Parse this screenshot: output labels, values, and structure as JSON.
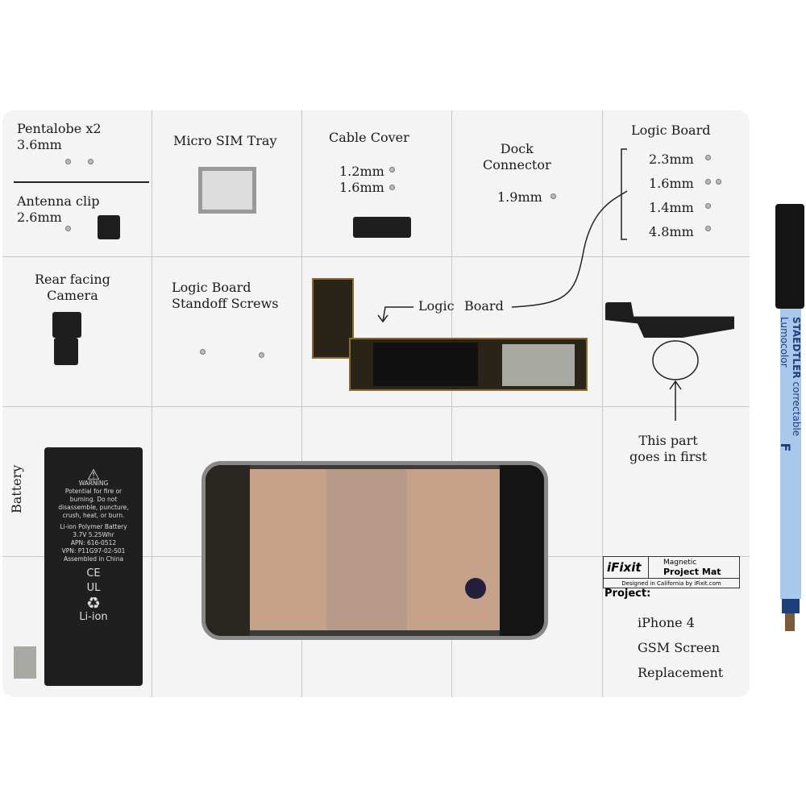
{
  "mat": {
    "cells": {
      "pentalobe": [
        "Pentalobe x2",
        "3.6mm"
      ],
      "antenna": [
        "Antenna clip",
        "2.6mm"
      ],
      "sim": "Micro SIM Tray",
      "cable_cover": {
        "title": "Cable Cover",
        "sizes": [
          "1.2mm",
          "1.6mm"
        ]
      },
      "dock": {
        "title": [
          "Dock",
          "Connector"
        ],
        "size": "1.9mm"
      },
      "logic_screws": {
        "title": "Logic Board",
        "sizes": [
          "2.3mm",
          "1.6mm",
          "1.4mm",
          "4.8mm"
        ]
      },
      "camera": [
        "Rear facing",
        "Camera"
      ],
      "standoff": [
        "Logic Board",
        "Standoff Screws"
      ],
      "logic_board": [
        "Logic",
        "Board"
      ],
      "first": [
        "This part",
        "goes in first"
      ],
      "battery": "Battery"
    },
    "battery_label": {
      "warning": "WARNING",
      "lines": [
        "Potential for fire or",
        "burning. Do not",
        "disassemble, puncture,",
        "crush, heat, or burn.",
        "Li-ion Polymer Battery",
        "3.7V 5.25Whr",
        "APN: 616-0512",
        "VPN: P11G97-02-S01",
        "Assembled in China"
      ],
      "ce": "CE",
      "ul": "UL",
      "liion": "Li-ion"
    },
    "brand_label": {
      "logo": "iFixit",
      "line1": "Magnetic",
      "line2": "Project Mat",
      "designed": "Designed in California by iFixit.com",
      "project": "Project:"
    },
    "project_text": [
      "iPhone 4",
      "GSM Screen",
      "Replacement"
    ]
  },
  "pen": {
    "brand": "STAEDTLER",
    "model": "Lumocolor",
    "type": "correctable",
    "tip": "F",
    "body_color": "#a8c8ec",
    "cap_color": "#151515"
  }
}
